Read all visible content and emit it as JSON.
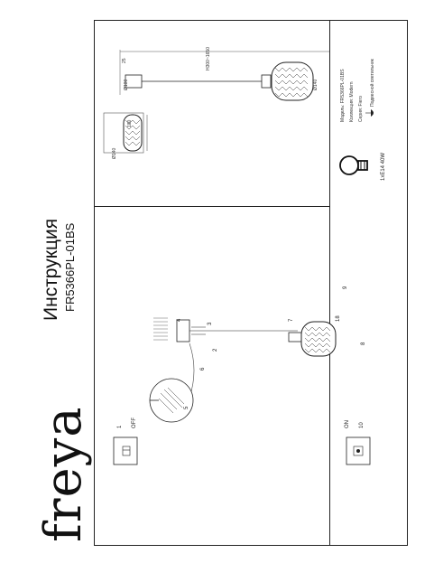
{
  "brand": "freya",
  "title": "Инструкция",
  "model_code": "FR5366PL-01BS",
  "switch_off": "OFF",
  "switch_on": "ON",
  "steps": [
    "1",
    "2",
    "3",
    "4",
    "5",
    "6",
    "7",
    "8",
    "9",
    "10"
  ],
  "step_18": "18",
  "specs": {
    "model_label": "Модель:",
    "model_value": "FR5366PL-01BS",
    "collection_label": "Коллекция:",
    "collection_value": "Modern",
    "series_label": "Серия:",
    "series_value": "Fiero",
    "type_value": "Подвесной светильник"
  },
  "bulb": "1xE14 40W",
  "dimensions": {
    "shade_d": "Ø140",
    "shade_h": "100",
    "canopy_d": "Ø100",
    "canopy_h": "25",
    "height_range": "H300~1650",
    "shade_d2": "Ø140"
  }
}
